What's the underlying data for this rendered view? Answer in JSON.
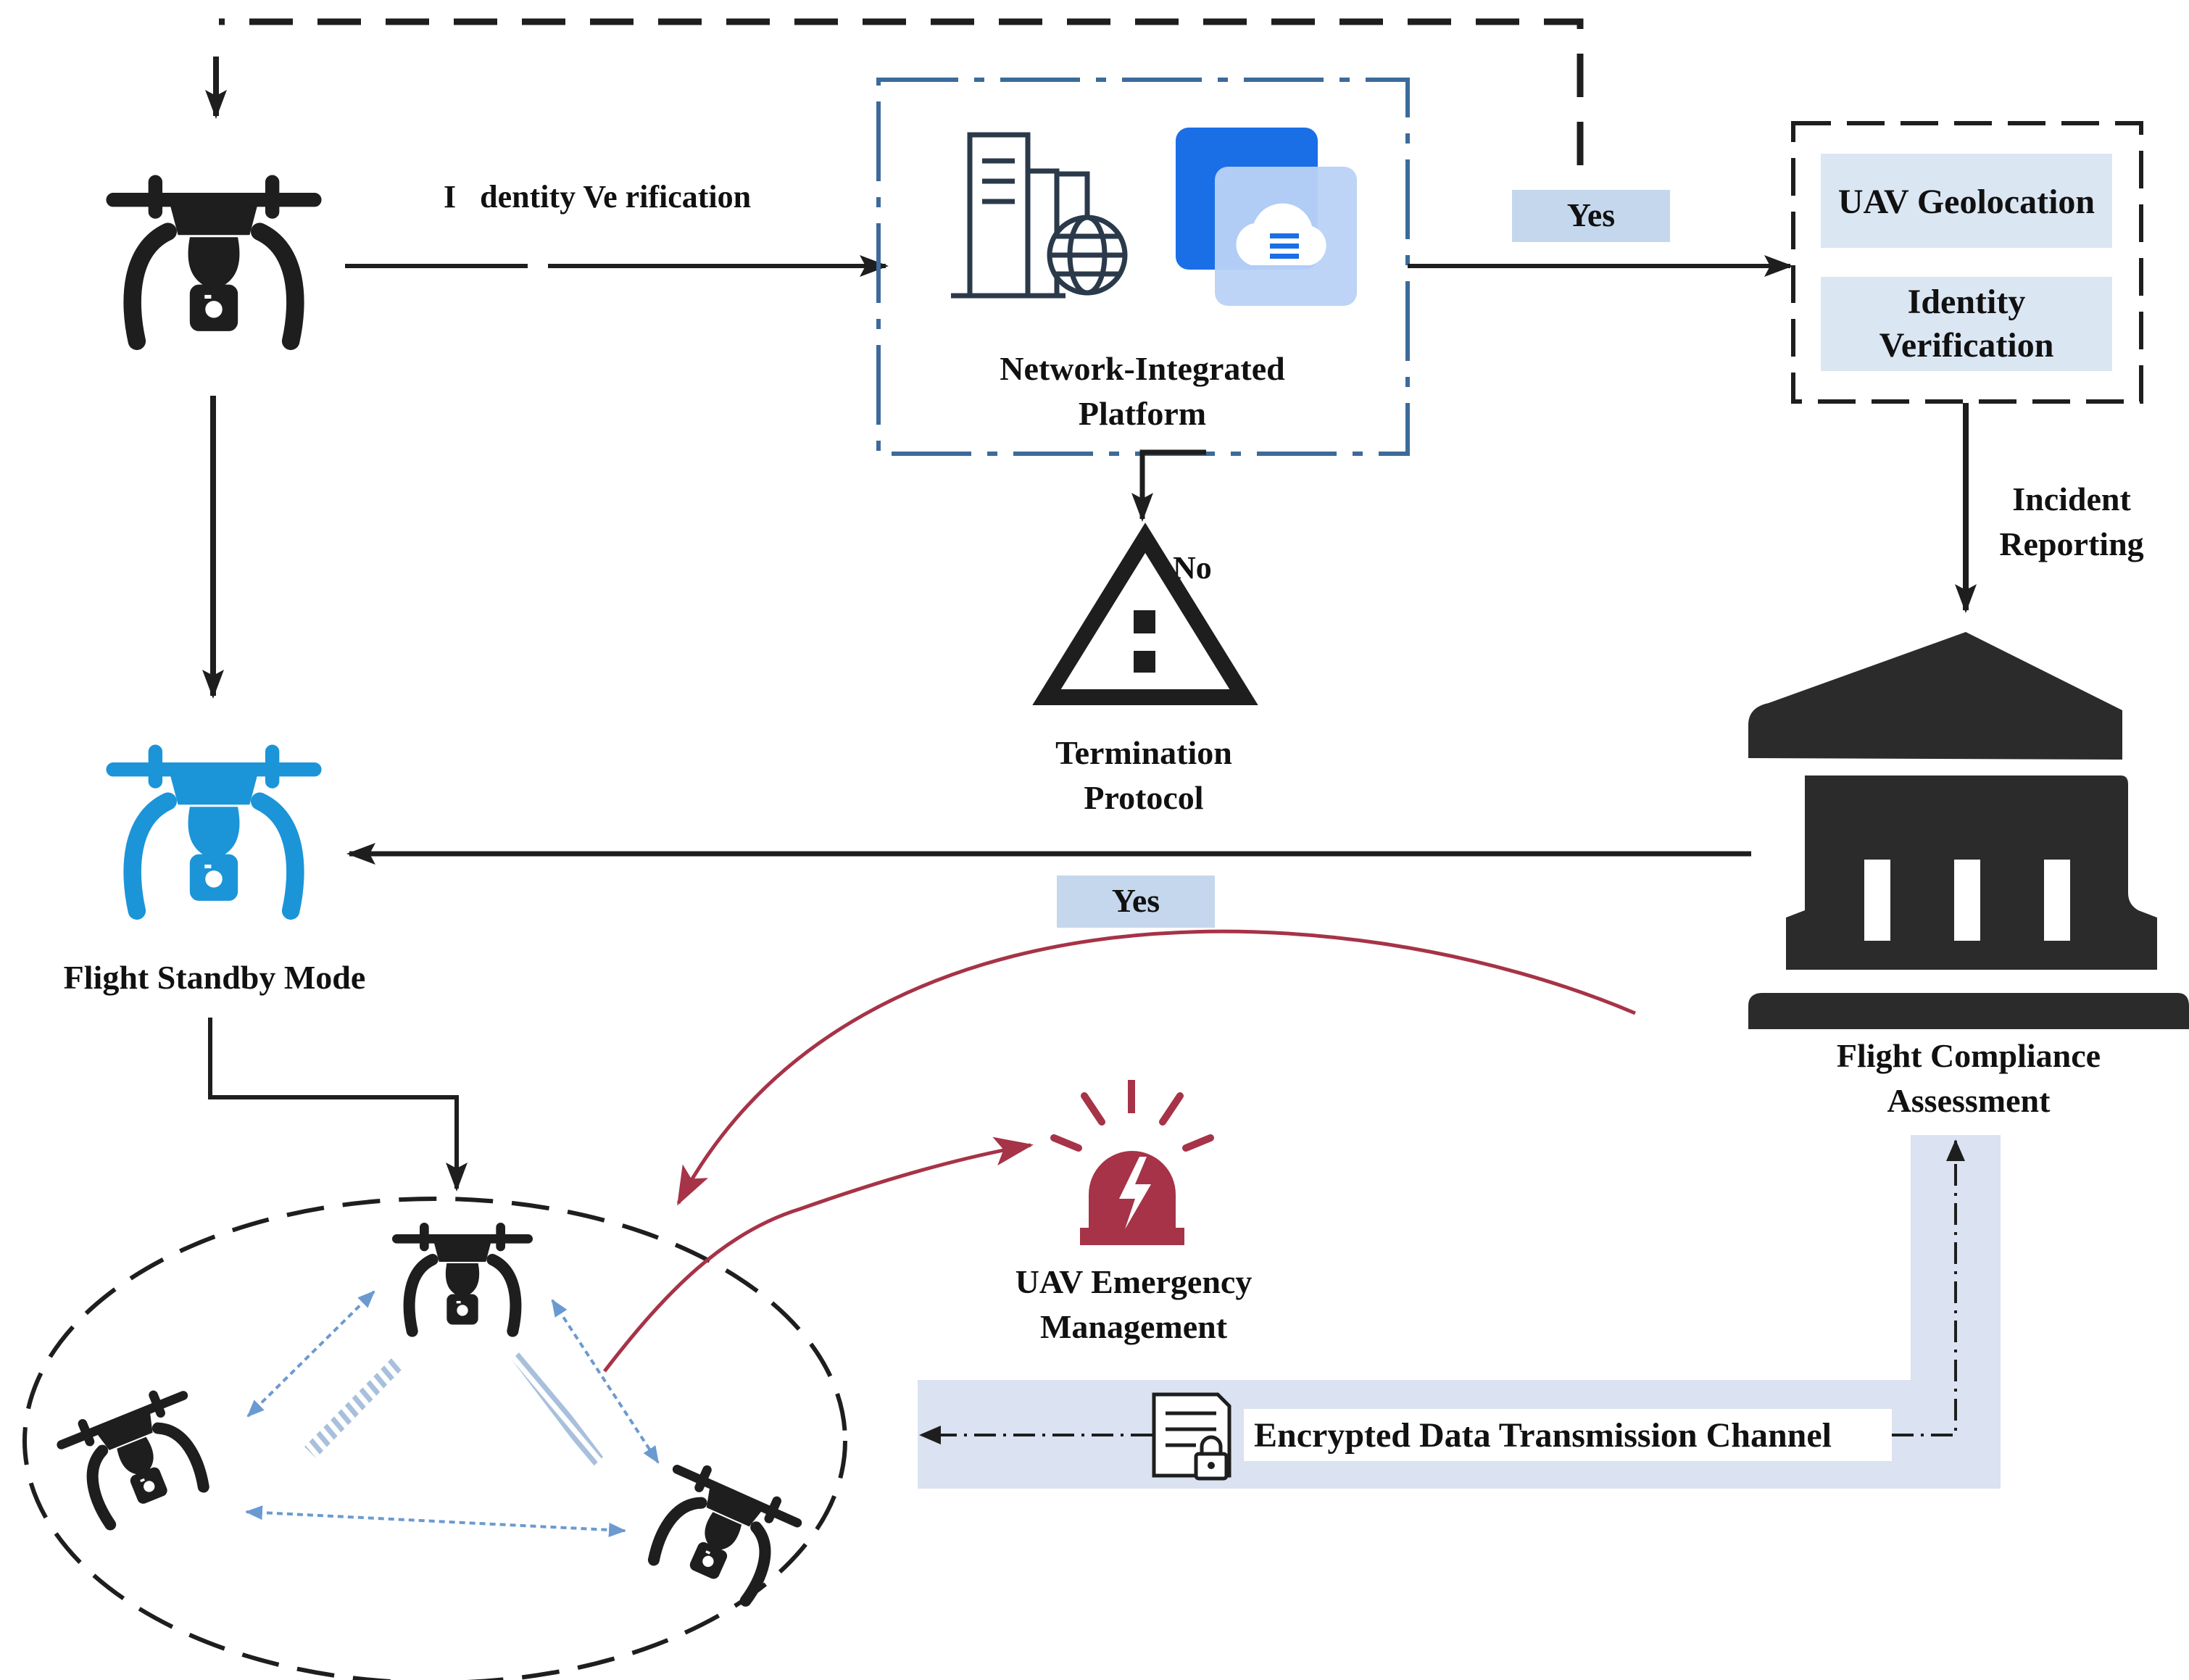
{
  "labels": {
    "identity_verification_flow": "I   dentity Ve rification",
    "yes_top": "Yes",
    "platform_line1": "Network-Integrated",
    "platform_line2": "Platform",
    "no": "No",
    "termination_line1": "Termination",
    "termination_line2": "Protocol",
    "geolocation": "UAV Geolocation",
    "identity_box_line1": "Identity",
    "identity_box_line2": "Verification",
    "incident_line1": "Incident",
    "incident_line2": "Reporting",
    "compliance_line1": "Flight Compliance",
    "compliance_line2": "Assessment",
    "yes_mid": "Yes",
    "standby": "Flight Standby Mode",
    "emergency_line1": "UAV Emergency",
    "emergency_line2": "Management",
    "channel": "Encrypted Data Transmission Channel"
  },
  "icons": [
    "drone-icon",
    "server-globe-icon",
    "cloud-database-icon",
    "warning-triangle-icon",
    "government-building-icon",
    "alarm-siren-icon",
    "locked-document-icon"
  ],
  "colors": {
    "ink": "#1e1e1e",
    "drone_blue": "#1b95d8",
    "platform_border": "#3d6a9a",
    "label_fill": "#c5d7ec",
    "channel_fill": "#dbe2f1",
    "emergency_red": "#a63347",
    "link_blue": "#6b9ad0"
  }
}
